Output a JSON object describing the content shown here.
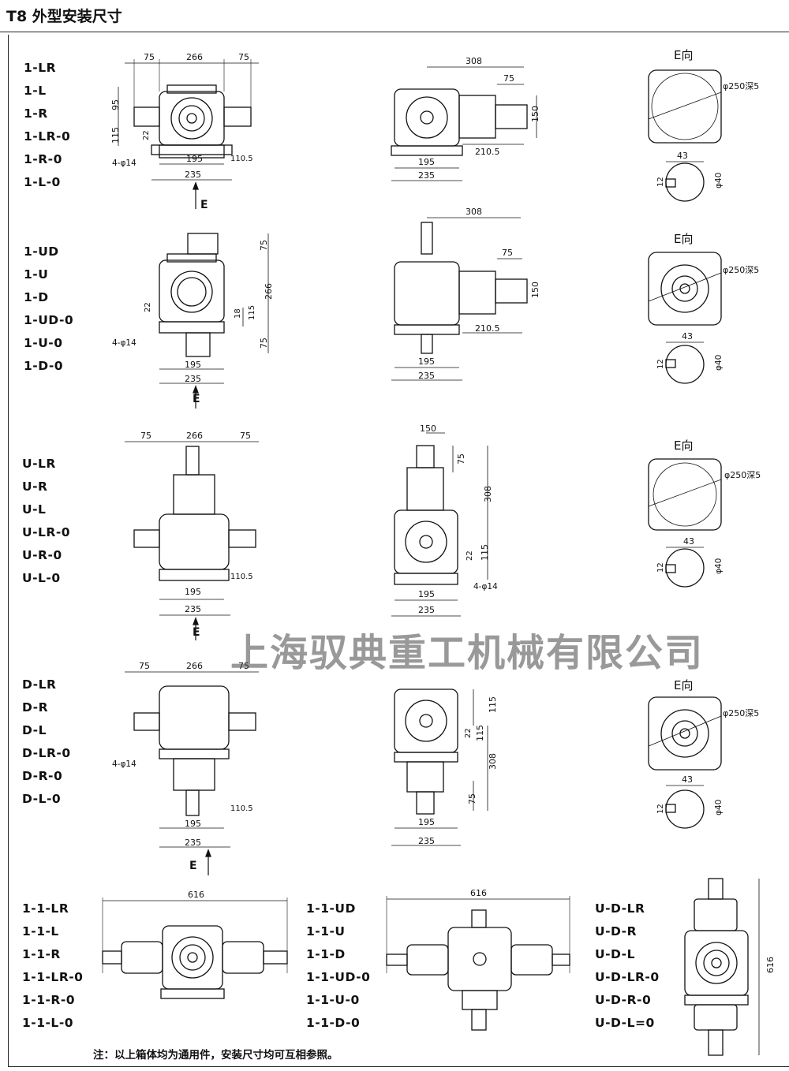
{
  "page": {
    "title": "T8 外型安装尺寸",
    "watermark": "上海驭典重工机械有限公司",
    "note": "注：以上箱体均为通用件，安装尺寸均可互相参照。"
  },
  "groups": [
    {
      "models": [
        "1-LR",
        "1-L",
        "1-R",
        "1-LR-0",
        "1-R-0",
        "1-L-0"
      ]
    },
    {
      "models": [
        "1-UD",
        "1-U",
        "1-D",
        "1-UD-0",
        "1-U-0",
        "1-D-0"
      ]
    },
    {
      "models": [
        "U-LR",
        "U-R",
        "U-L",
        "U-LR-0",
        "U-R-0",
        "U-L-0"
      ]
    },
    {
      "models": [
        "D-LR",
        "D-R",
        "D-L",
        "D-LR-0",
        "D-R-0",
        "D-L-0"
      ]
    }
  ],
  "bottom_groups": [
    {
      "models": [
        "1-1-LR",
        "1-1-L",
        "1-1-R",
        "1-1-LR-0",
        "1-1-R-0",
        "1-1-L-0"
      ]
    },
    {
      "models": [
        "1-1-UD",
        "1-1-U",
        "1-1-D",
        "1-1-UD-0",
        "1-1-U-0",
        "1-1-D-0"
      ]
    },
    {
      "models": [
        "U-D-LR",
        "U-D-R",
        "U-D-L",
        "U-D-LR-0",
        "U-D-R-0",
        "U-D-L=0"
      ]
    }
  ],
  "dims": {
    "d75": "75",
    "d266": "266",
    "d95": "95",
    "d115": "115",
    "d22": "22",
    "d195": "195",
    "d235": "235",
    "d110_5": "110.5",
    "d4phi14": "4-φ14",
    "d308": "308",
    "d150": "150",
    "d210_5": "210.5",
    "d18": "18",
    "d616": "616",
    "e_label": "E",
    "e_view": "E向",
    "phi250": "φ250深5",
    "d43": "43",
    "d12": "12",
    "phi40": "φ40"
  }
}
